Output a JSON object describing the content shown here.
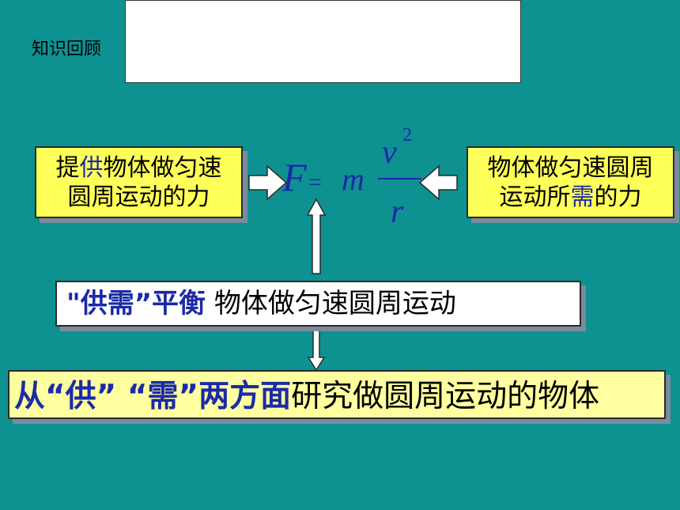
{
  "heading": "知识回顾",
  "left_box": {
    "line1_a": "提",
    "line1_hl": "供",
    "line1_b": "物体做匀速",
    "line2": "圆周运动的力"
  },
  "right_box": {
    "line1": "物体做匀速圆周",
    "line2_a": "运动所",
    "line2_hl": "需",
    "line2_b": "的力"
  },
  "formula": {
    "F": "F",
    "eq": "=",
    "m": "m",
    "v": "v",
    "exp": "2",
    "r": "r"
  },
  "middle_box": {
    "label": "\"供需”平衡",
    "text": "物体做匀速圆周运动"
  },
  "bottom_box": {
    "highlight": "从“供” “需”两方面",
    "text": "研究做圆周运动的物体"
  },
  "colors": {
    "background": "#0e9191",
    "yellow": "#ffff5a",
    "blue": "#1a2aa8"
  }
}
